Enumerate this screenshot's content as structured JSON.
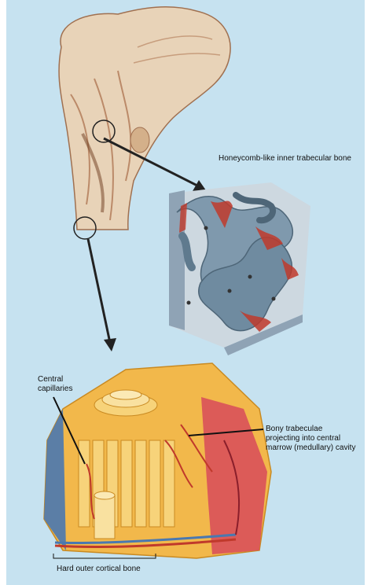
{
  "labels": {
    "honeycomb": "Honeycomb-like inner trabecular bone",
    "central_capillaries": "Central\ncapillaries",
    "bony_trabeculae": "Bony trabeculae\nprojecting into central\nmarrow (medullary) cavity",
    "hard_outer": "Hard outer cortical bone"
  },
  "colors": {
    "background": "#c6e2f0",
    "bone_tan": "#d9b89a",
    "trabecular_blue": "#7f99ad",
    "marrow_red": "#c0392b",
    "cortical_yellow": "#f2b84b"
  }
}
